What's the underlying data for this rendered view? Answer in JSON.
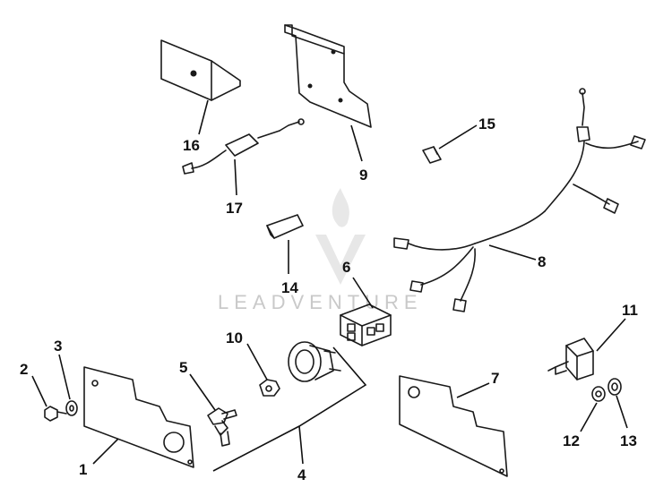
{
  "watermark": {
    "text": "LEADVENTURE"
  },
  "callouts": [
    {
      "id": "1",
      "label": "1"
    },
    {
      "id": "2",
      "label": "2"
    },
    {
      "id": "3",
      "label": "3"
    },
    {
      "id": "4",
      "label": "4"
    },
    {
      "id": "5",
      "label": "5"
    },
    {
      "id": "6",
      "label": "6"
    },
    {
      "id": "7",
      "label": "7"
    },
    {
      "id": "8",
      "label": "8"
    },
    {
      "id": "9",
      "label": "9"
    },
    {
      "id": "10",
      "label": "10"
    },
    {
      "id": "11",
      "label": "11"
    },
    {
      "id": "12",
      "label": "12"
    },
    {
      "id": "13",
      "label": "13"
    },
    {
      "id": "14",
      "label": "14"
    },
    {
      "id": "15",
      "label": "15"
    },
    {
      "id": "16",
      "label": "16"
    },
    {
      "id": "17",
      "label": "17"
    }
  ]
}
